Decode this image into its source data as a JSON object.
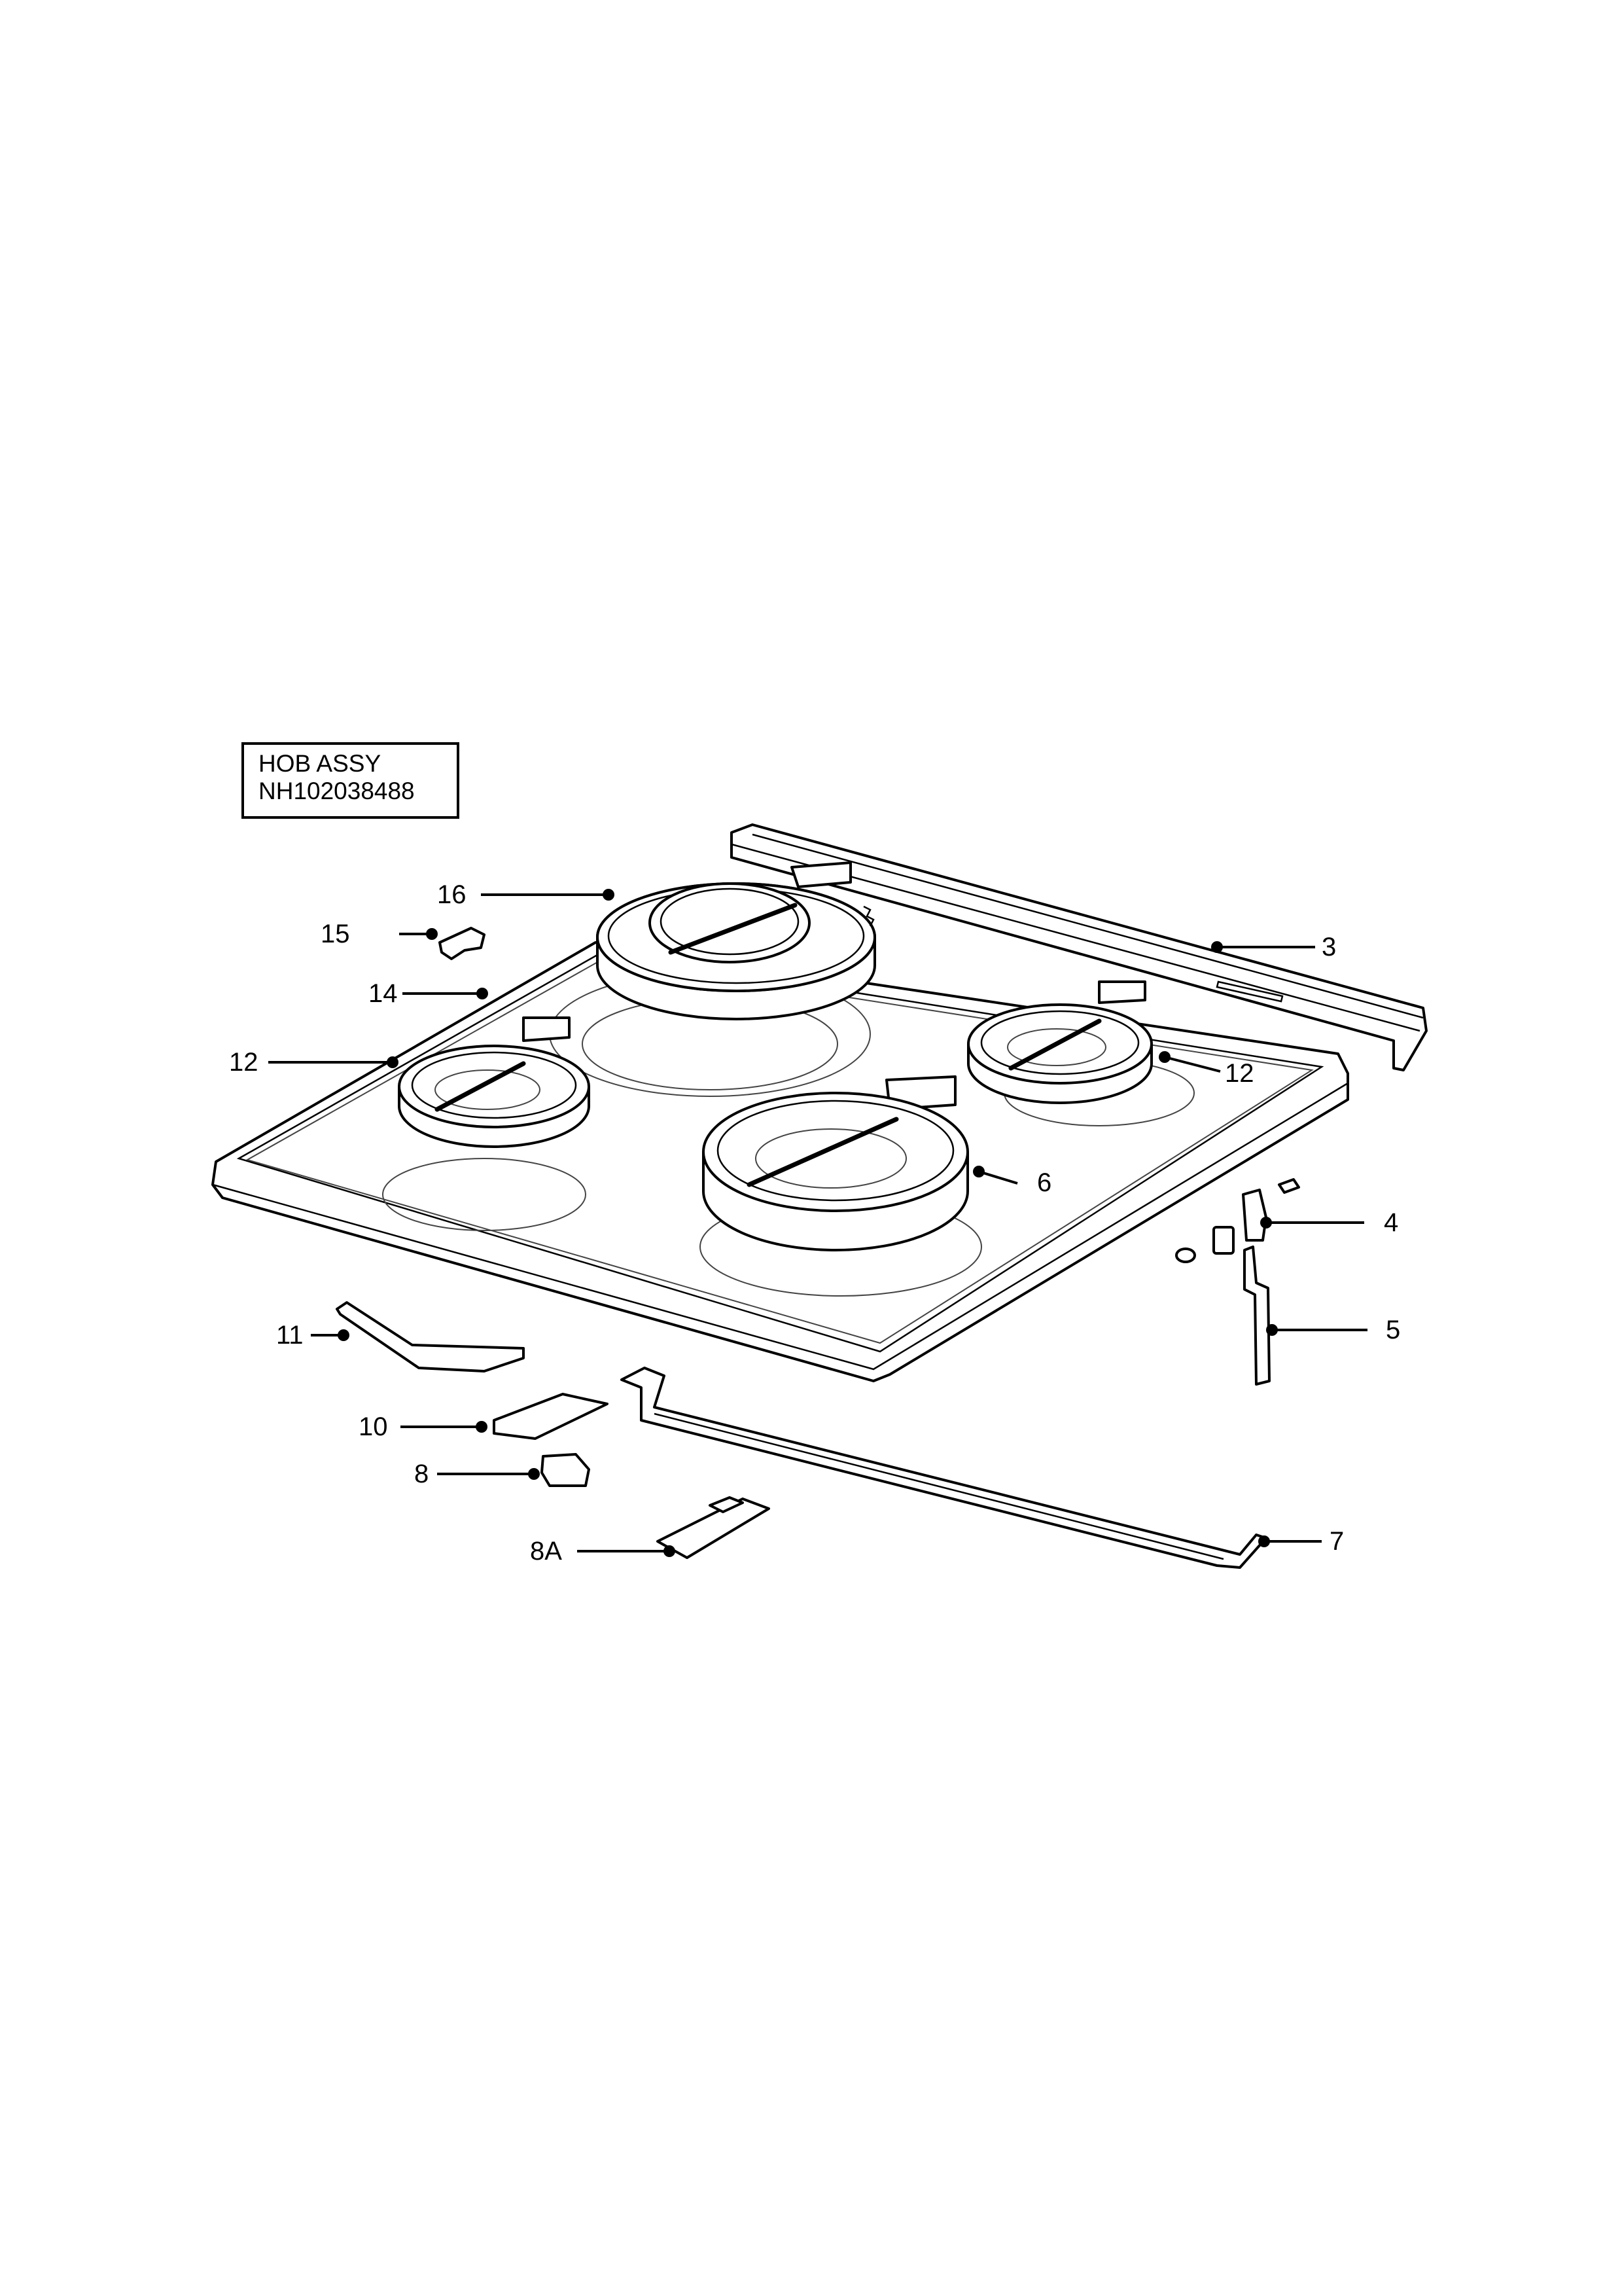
{
  "title_block": {
    "line1": "HOB ASSY",
    "line2": "NH102038488"
  },
  "callouts": [
    "16",
    "15",
    "14",
    "12",
    "3",
    "12",
    "6",
    "4",
    "5",
    "11",
    "10",
    "8",
    "8A",
    "7"
  ]
}
